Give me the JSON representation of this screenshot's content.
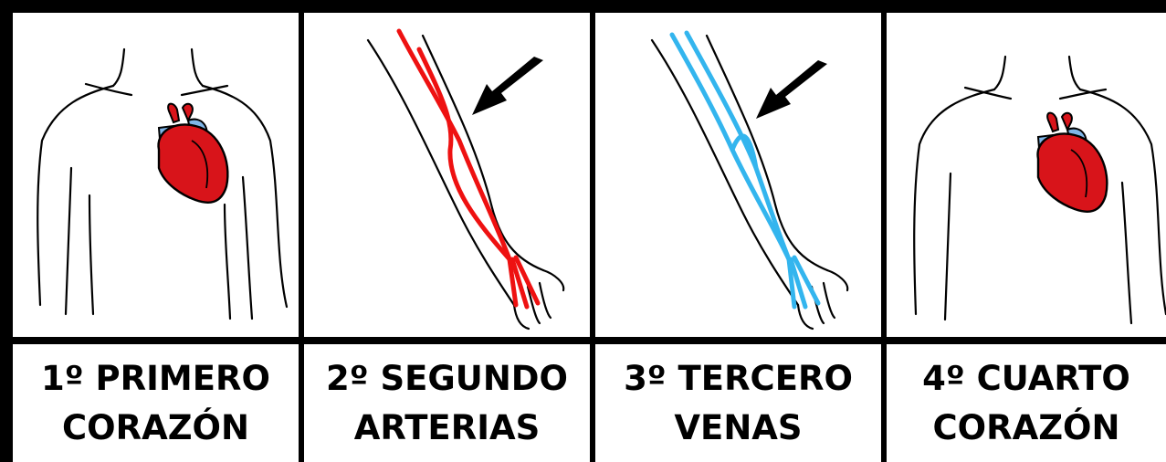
{
  "cards": [
    {
      "id": "card-1",
      "line1": "1º PRIMERO",
      "line2": "CORAZÓN",
      "picture": "torso-heart-icon"
    },
    {
      "id": "card-2",
      "line1": "2º SEGUNDO",
      "line2": "ARTERIAS",
      "picture": "arm-arteries-icon"
    },
    {
      "id": "card-3",
      "line1": "3º TERCERO",
      "line2": "VENAS",
      "picture": "arm-veins-icon"
    },
    {
      "id": "card-4",
      "line1": "4º CUARTO",
      "line2": "CORAZÓN",
      "picture": "torso-heart-icon"
    }
  ],
  "colors": {
    "heart_red": "#d8141a",
    "heart_dark": "#8a0a14",
    "vessel_blue": "#7fb6e8",
    "artery_red": "#ee1111",
    "vein_blue": "#33b5ee",
    "outline": "#000000"
  }
}
